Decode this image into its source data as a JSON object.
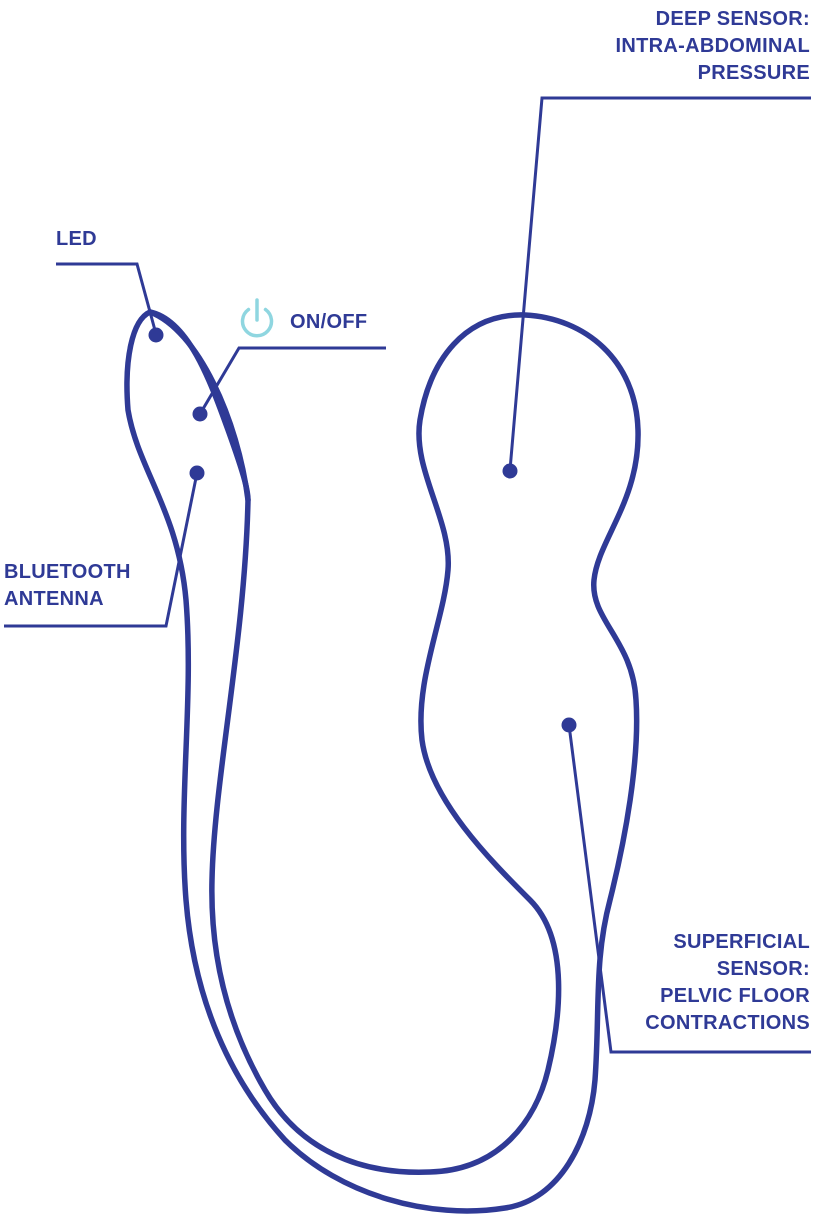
{
  "colors": {
    "outline": "#2f3a96",
    "label": "#2f3a96",
    "power_icon": "#8fd6e0",
    "background": "#ffffff"
  },
  "icons": {
    "power": "power-icon"
  },
  "labels": {
    "deep_sensor": [
      "DEEP SENSOR:",
      "INTRA-ABDOMINAL",
      "PRESSURE"
    ],
    "led": "LED",
    "on_off": "ON/OFF",
    "bluetooth": [
      "BLUETOOTH",
      "ANTENNA"
    ],
    "superficial_sensor": [
      "SUPERFICIAL",
      "SENSOR:",
      "PELVIC FLOOR",
      "CONTRACTIONS"
    ]
  }
}
